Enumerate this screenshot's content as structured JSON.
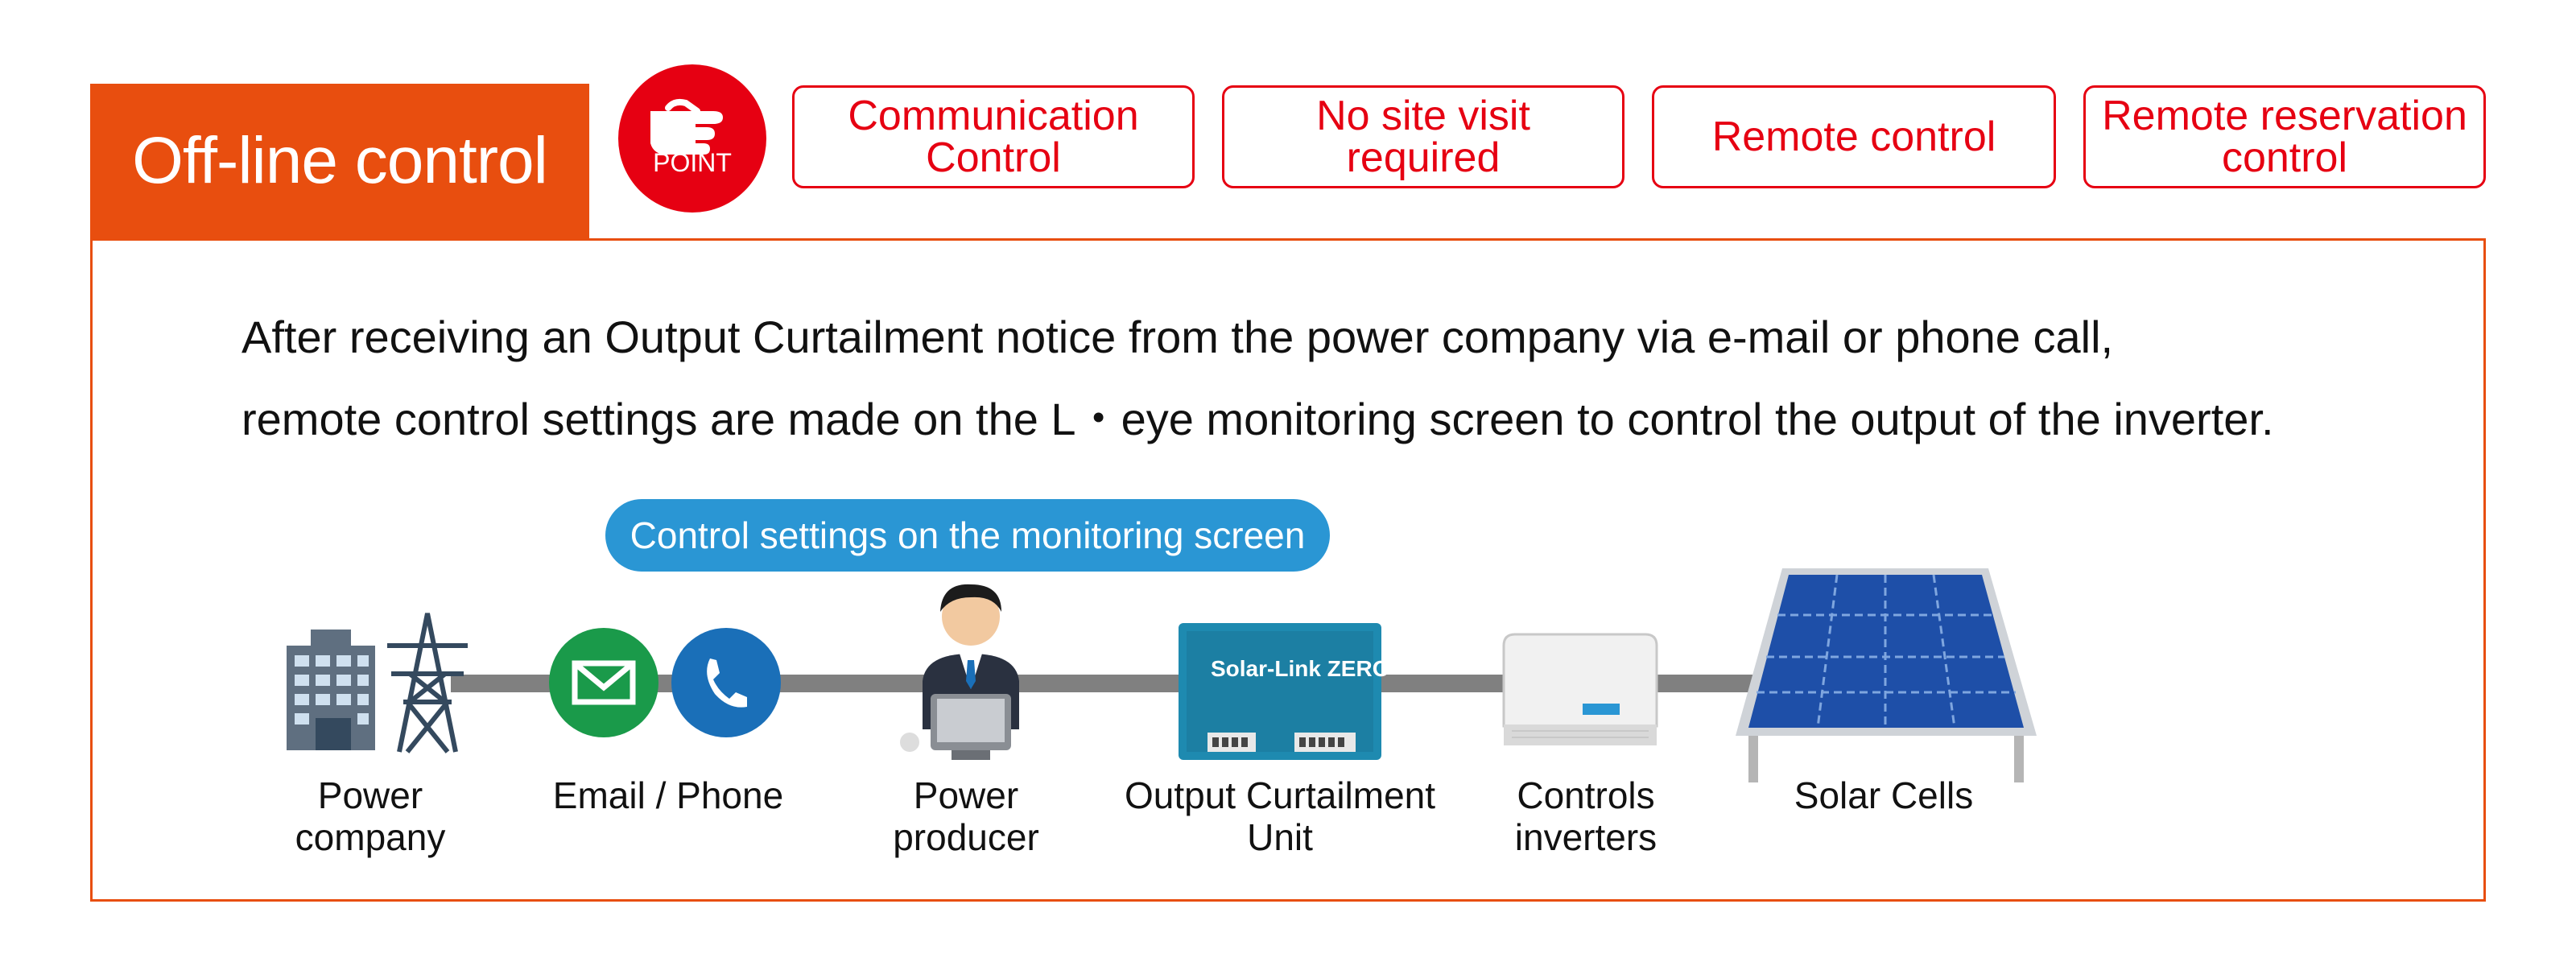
{
  "header": {
    "title": "Off-line control",
    "point_label": "POINT",
    "tags": [
      "Communication\nControl",
      "No site visit\nrequired",
      "Remote control",
      "Remote reservation\ncontrol"
    ]
  },
  "description": {
    "line1": "After receiving an Output Curtailment notice from the power company via e-mail or phone call,",
    "line2": "remote control settings are made on the L・eye monitoring screen to control the output of the inverter."
  },
  "flow": {
    "banner": "Control settings on the monitoring screen",
    "steps": [
      {
        "label": "Power\ncompany",
        "icon": "power-company-icon"
      },
      {
        "label": "Email / Phone",
        "icon": "email-phone-icon"
      },
      {
        "label": "Power\nproducer",
        "icon": "power-producer-icon"
      },
      {
        "label": "Output Curtailment\nUnit",
        "icon": "output-curtailment-unit-icon"
      },
      {
        "label": "Controls\ninverters",
        "icon": "inverter-icon"
      },
      {
        "label": "Solar Cells",
        "icon": "solar-panel-icon"
      }
    ],
    "device_text": "Solar-Link ZERO"
  },
  "colors": {
    "title_bg": "#e84e0f",
    "accent_red": "#e60012",
    "border": "#e84e0f",
    "pill_blue": "#2a96d4",
    "email_green": "#1a9a4a",
    "phone_blue": "#1a6fb8",
    "flow_gray": "#808080"
  }
}
